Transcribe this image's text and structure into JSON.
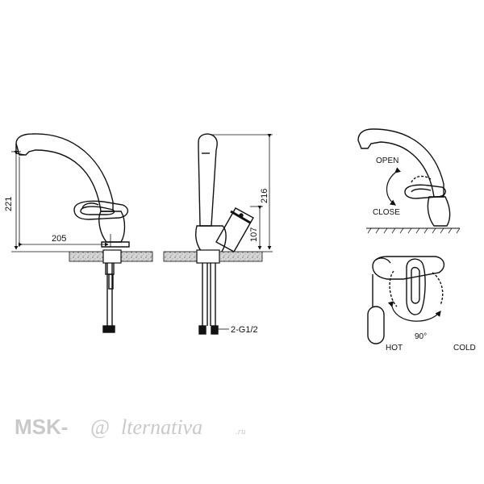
{
  "dimensions": {
    "height_total": "221",
    "reach": "205",
    "height_side": "216",
    "height_handle": "107",
    "connection": "2-G1/2"
  },
  "operation": {
    "open": "OPEN",
    "close": "CLOSE",
    "hot": "HOT",
    "cold": "COLD",
    "angle": "90°"
  },
  "watermark": {
    "prefix": "MSK-",
    "at": "@",
    "rest": "lternativa",
    "suffix": ".ru"
  }
}
